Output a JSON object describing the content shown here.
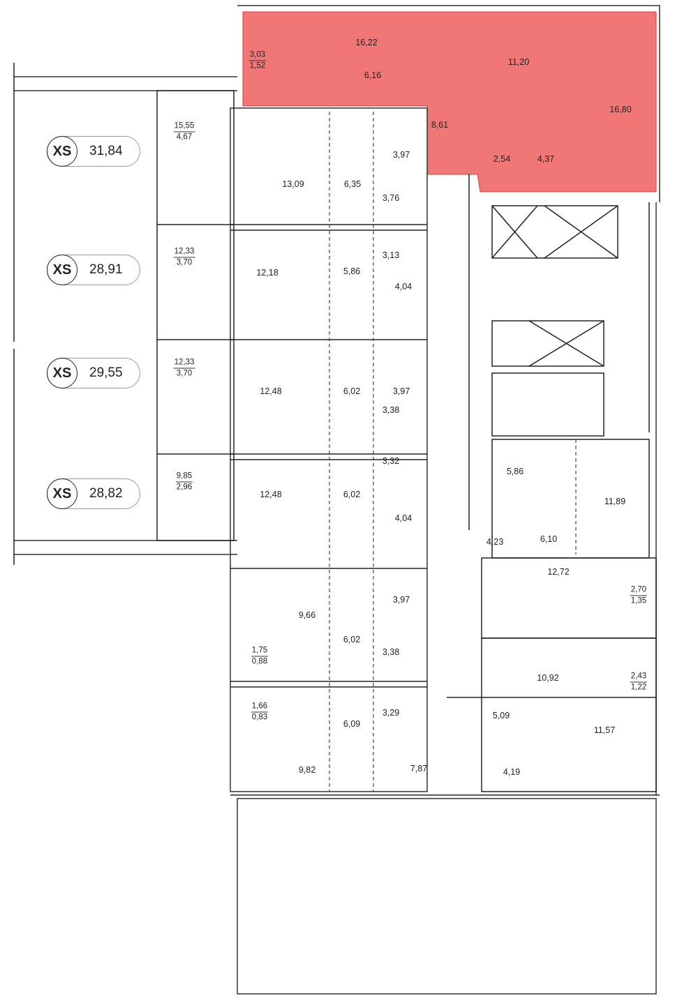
{
  "title": "Floor plan",
  "highlight_color": "#ee5f5f",
  "highlighted_apartment": {
    "balcony": {
      "area": "3,03",
      "reduced": "1,52"
    },
    "rooms": [
      "16,22",
      "6,16",
      "11,20",
      "16,80",
      "8,61",
      "2,54",
      "4,37"
    ]
  },
  "badges": [
    {
      "type": "XS",
      "area": "31,84"
    },
    {
      "type": "XS",
      "area": "28,91"
    },
    {
      "type": "XS",
      "area": "29,55"
    },
    {
      "type": "XS",
      "area": "28,82"
    }
  ],
  "terraces": [
    {
      "area": "15,55",
      "reduced": "4,67"
    },
    {
      "area": "12,33",
      "reduced": "3,70"
    },
    {
      "area": "12,33",
      "reduced": "3,70"
    },
    {
      "area": "9,85",
      "reduced": "2,96"
    }
  ],
  "left_units": [
    [
      "13,09",
      "6,35",
      "3,97",
      "3,76"
    ],
    [
      "12,18",
      "5,86",
      "3,13",
      "4,04"
    ],
    [
      "12,48",
      "6,02",
      "3,97",
      "3,38"
    ],
    [
      "12,48",
      "6,02",
      "3,32",
      "4,04"
    ],
    [
      "9,66",
      "6,02",
      "3,97",
      "3,38"
    ],
    [
      "6,09",
      "3,29",
      "9,82",
      "7,87"
    ]
  ],
  "left_balconies": [
    {
      "area": "1,75",
      "reduced": "0,88"
    },
    {
      "area": "1,66",
      "reduced": "0,83"
    }
  ],
  "right_units": {
    "rooms": [
      "5,86",
      "11,89",
      "4,23",
      "6,10",
      "12,72",
      "10,92",
      "5,09",
      "11,57",
      "4,19"
    ],
    "balconies": [
      {
        "area": "2,70",
        "reduced": "1,35"
      },
      {
        "area": "2,43",
        "reduced": "1,22"
      }
    ]
  }
}
